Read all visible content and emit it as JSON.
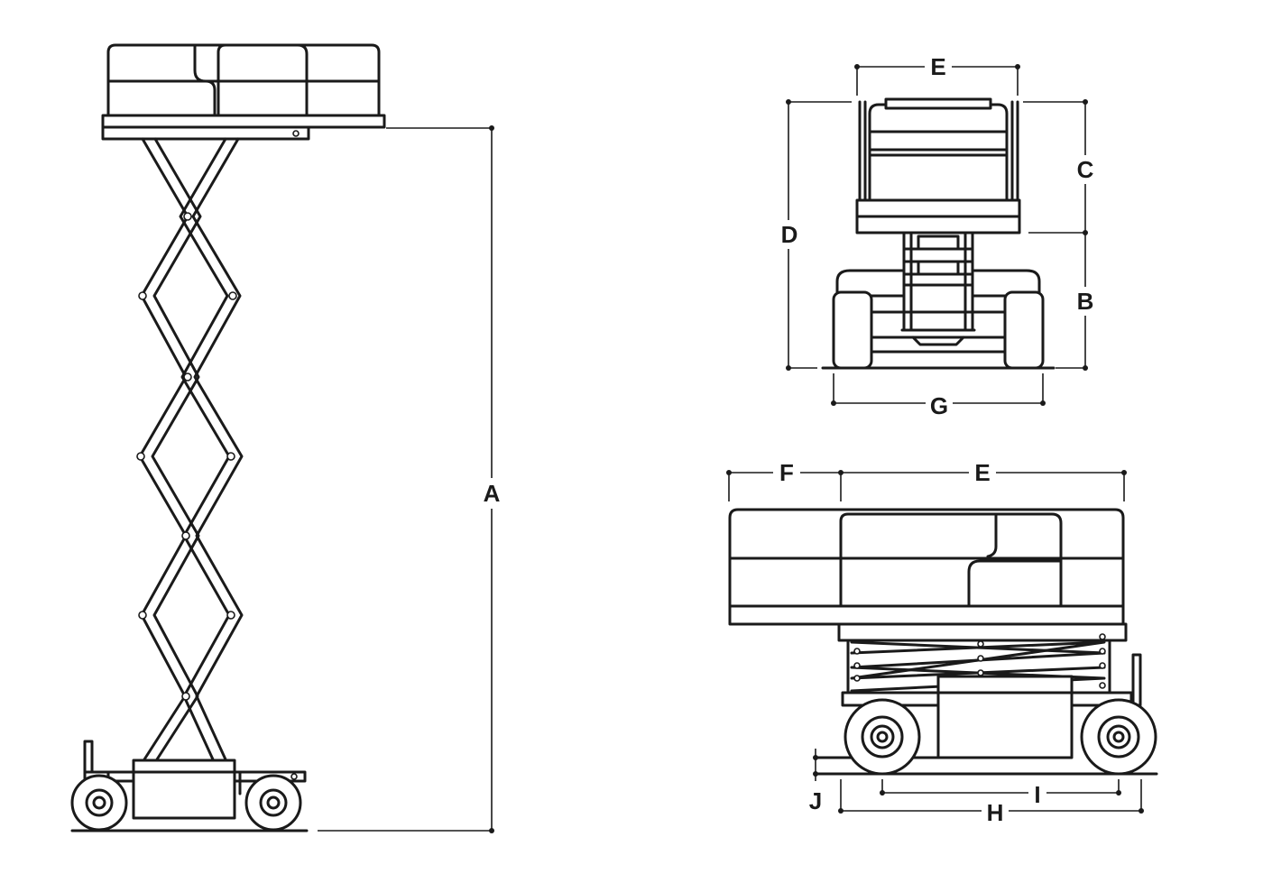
{
  "labels": {
    "a": "A",
    "b": "B",
    "c": "C",
    "d": "D",
    "e_front": "E",
    "e_side": "E",
    "f": "F",
    "g": "G",
    "h": "H",
    "i": "I",
    "j": "J"
  }
}
